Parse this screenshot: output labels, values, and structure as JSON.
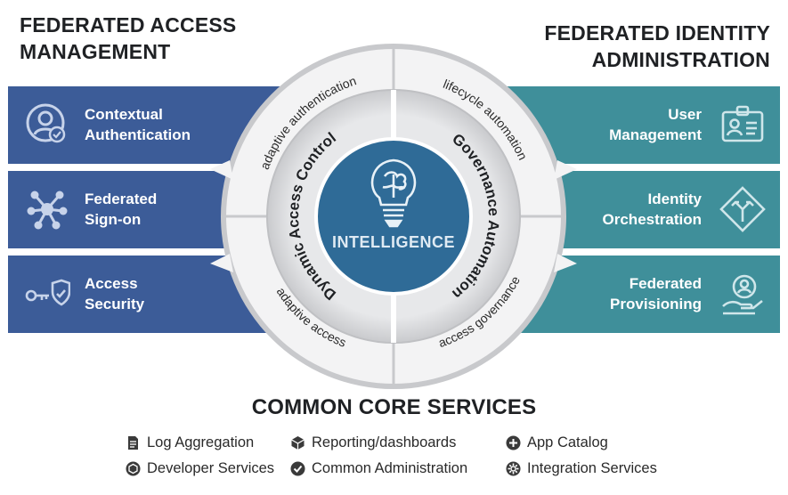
{
  "federated_access_management": {
    "title": "FEDERATED ACCESS\nMANAGEMENT",
    "items": [
      {
        "label": "Contextual\nAuthentication",
        "icon": "user-check-icon"
      },
      {
        "label": "Federated\nSign-on",
        "icon": "network-hub-icon"
      },
      {
        "label": "Access\nSecurity",
        "icon": "key-shield-icon"
      }
    ]
  },
  "federated_identity_administration": {
    "title": "FEDERATED IDENTITY\nADMINISTRATION",
    "items": [
      {
        "label": "User\nManagement",
        "icon": "id-badge-icon"
      },
      {
        "label": "Identity\nOrchestration",
        "icon": "diamond-arrows-icon"
      },
      {
        "label": "Federated\nProvisioning",
        "icon": "hand-user-icon"
      }
    ]
  },
  "wheel": {
    "outer_ring": {
      "top_left": "adaptive authentication",
      "top_right": "lifecycle automation",
      "bottom_left": "adaptive access",
      "bottom_right": "access governance"
    },
    "inner_ring": {
      "left": "Dynamic Access Control",
      "right": "Governance Automation"
    },
    "center": {
      "label": "INTELLIGENCE",
      "icon": "brain-lightbulb-icon"
    }
  },
  "common_core_services": {
    "title": "COMMON CORE SERVICES",
    "items": [
      {
        "label": "Log Aggregation",
        "icon": "document-icon"
      },
      {
        "label": "Reporting/dashboards",
        "icon": "cube-icon"
      },
      {
        "label": "App Catalog",
        "icon": "plus-circle-icon"
      },
      {
        "label": "Developer Services",
        "icon": "developer-cube-icon"
      },
      {
        "label": "Common Administration",
        "icon": "check-circle-icon"
      },
      {
        "label": "Integration Services",
        "icon": "gear-icon"
      }
    ]
  },
  "colors": {
    "access_blue": "#3c5c98",
    "identity_teal": "#3f8f9a",
    "center_blue": "#2f6b97",
    "ring_gray": "#d7d8da",
    "heading_text": "#1f2124"
  }
}
